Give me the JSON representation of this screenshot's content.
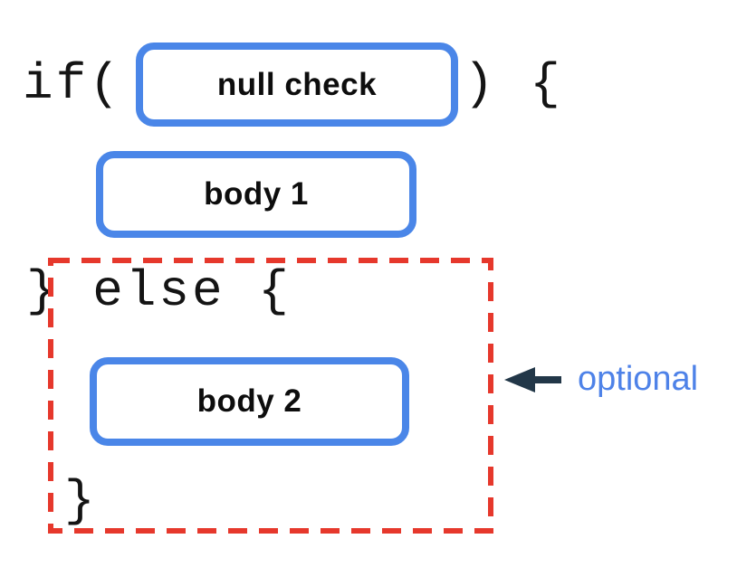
{
  "code": {
    "if_open": "if(",
    "if_close": ") {",
    "else_line": "} else {",
    "close_brace": "}"
  },
  "blocks": {
    "condition": "null check",
    "body1": "body 1",
    "body2": "body 2"
  },
  "annotation": {
    "label": "optional"
  },
  "colors": {
    "block_border": "#4a86e8",
    "optional_outline": "#e6382c",
    "arrow": "#223748",
    "annotation_text": "#4e82e8",
    "code_text": "#141414",
    "label_text": "#0d0d0d"
  }
}
